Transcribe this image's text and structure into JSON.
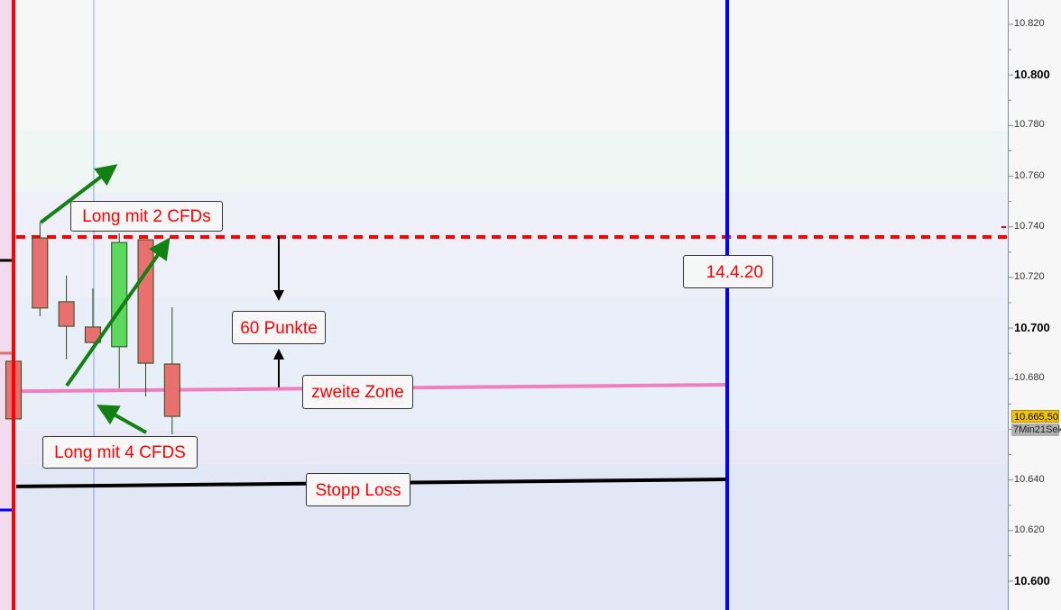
{
  "chart_data": {
    "type": "candlestick",
    "ylim": [
      10.59,
      10.832
    ],
    "y_ticks": [
      {
        "value": 10.82,
        "label": "10.820",
        "major": false
      },
      {
        "value": 10.8,
        "label": "10.800",
        "major": true
      },
      {
        "value": 10.78,
        "label": "10.780",
        "major": false
      },
      {
        "value": 10.76,
        "label": "10.760",
        "major": false
      },
      {
        "value": 10.74,
        "label": "10.740",
        "major": false
      },
      {
        "value": 10.72,
        "label": "10.720",
        "major": false
      },
      {
        "value": 10.7,
        "label": "10.700",
        "major": true
      },
      {
        "value": 10.68,
        "label": "10.680",
        "major": false
      },
      {
        "value": 10.64,
        "label": "10.640",
        "major": false
      },
      {
        "value": 10.62,
        "label": "10.620",
        "major": false
      },
      {
        "value": 10.6,
        "label": "10.600",
        "major": true
      }
    ],
    "candles": [
      {
        "open": 10.6869,
        "high": 10.6869,
        "low": 10.6641,
        "close": 10.6641
      },
      {
        "open": 10.7356,
        "high": 10.7417,
        "low": 10.7047,
        "close": 10.7079
      },
      {
        "open": 10.7104,
        "high": 10.7207,
        "low": 10.6876,
        "close": 10.7007
      },
      {
        "open": 10.7004,
        "high": 10.7157,
        "low": 10.694,
        "close": 10.6943
      },
      {
        "open": 10.6926,
        "high": 10.7374,
        "low": 10.6762,
        "close": 10.7338
      },
      {
        "open": 10.7349,
        "high": 10.7349,
        "low": 10.673,
        "close": 10.6861
      },
      {
        "open": 10.6858,
        "high": 10.7082,
        "low": 10.658,
        "close": 10.6651
      }
    ],
    "lines": {
      "target_dotted": 10.736,
      "zweite_zone": [
        10.675,
        10.6776
      ],
      "stopp_loss": [
        10.6374,
        10.6402
      ]
    },
    "current_price": "10.665,50",
    "countdown": "7Min21Sek"
  },
  "annotations": {
    "long2": "Long mit 2 CFDs",
    "long4": "Long mit 4 CFDS",
    "punkte": "60 Punkte",
    "zone": "zweite Zone",
    "stop": "Stopp Loss",
    "date": "14.4.20"
  },
  "colors": {
    "bear": "#e8706e",
    "bull": "#5cd85c",
    "wick": "#2c4a1c",
    "arrow": "#138013",
    "label_text": "#ff0000",
    "session_line": "#0000ff",
    "left_line": "#ff0000"
  }
}
